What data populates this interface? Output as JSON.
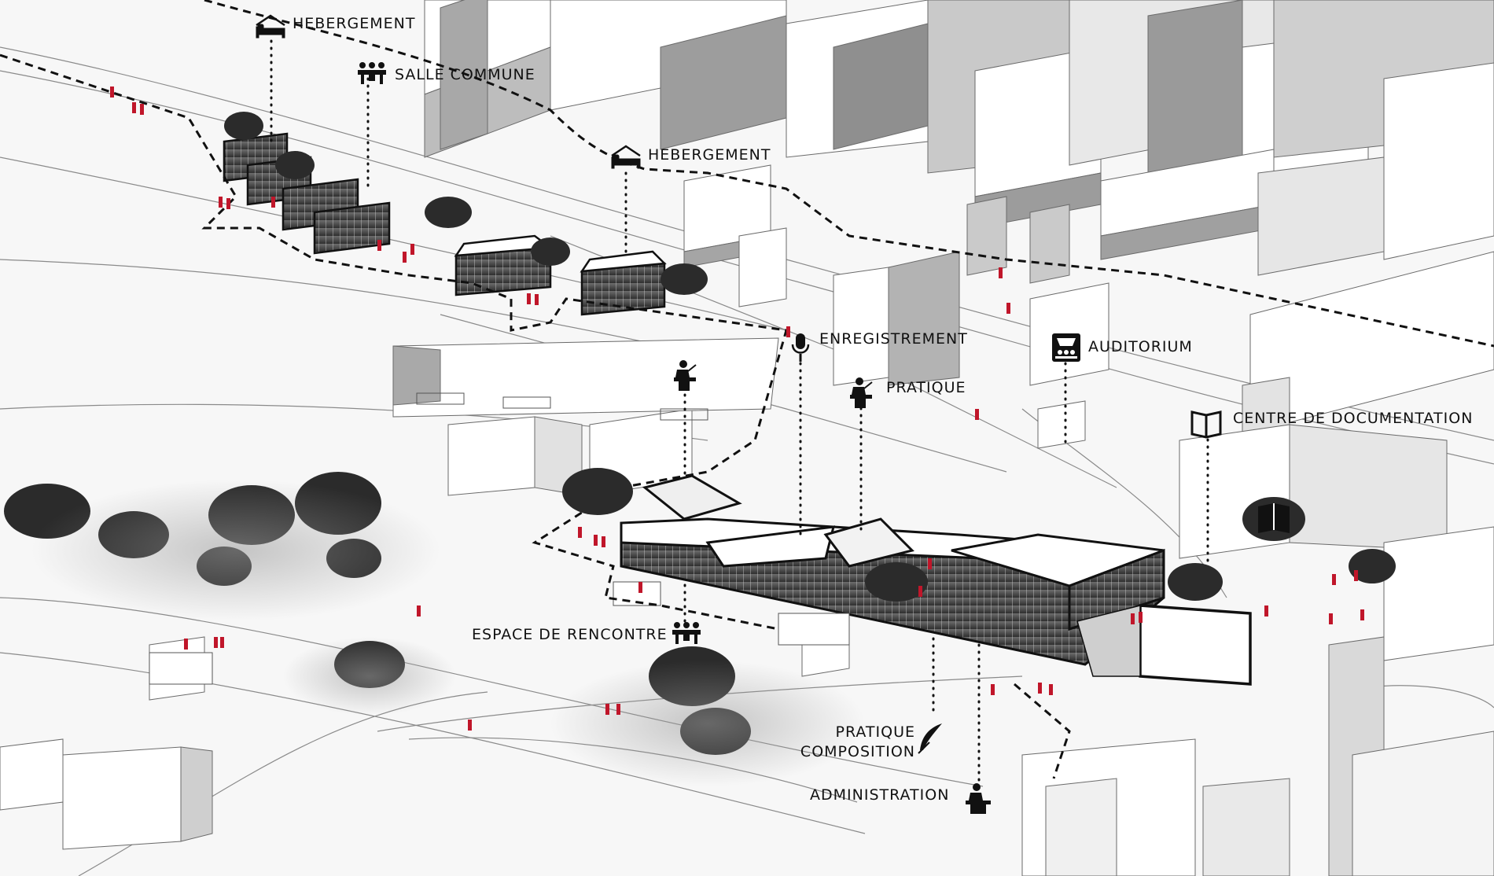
{
  "programme_labels": {
    "hebergement_1": "HEBERGEMENT",
    "salle_commune": "SALLE COMMUNE",
    "hebergement_2": "HEBERGEMENT",
    "enregistrement": "ENREGISTREMENT",
    "auditorium": "AUDITORIUM",
    "pratique": "PRATIQUE",
    "centre_documentation": "CENTRE DE DOCUMENTATION",
    "espace_rencontre": "ESPACE DE RENCONTRE",
    "pratique_composition_line1": "PRATIQUE",
    "pratique_composition_line2": "COMPOSITION",
    "administration": "ADMINISTRATION"
  },
  "icons": {
    "hebergement": "bed-icon",
    "salle_commune": "meeting-icon",
    "enregistrement": "microphone-icon",
    "auditorium": "auditorium-icon",
    "pratique": "podium-icon",
    "documentation": "book-icon",
    "rencontre": "meeting-icon",
    "composition": "quill-icon",
    "administration": "desk-icon"
  },
  "colors": {
    "background": "#f7f7f7",
    "building_light": "#ffffff",
    "building_shade": "#bdbdbd",
    "building_dark": "#8a8a8a",
    "new_building": "#2a2a2a",
    "people": "#c0162a",
    "trees": "#2b2b2b",
    "outline": "#555555"
  }
}
